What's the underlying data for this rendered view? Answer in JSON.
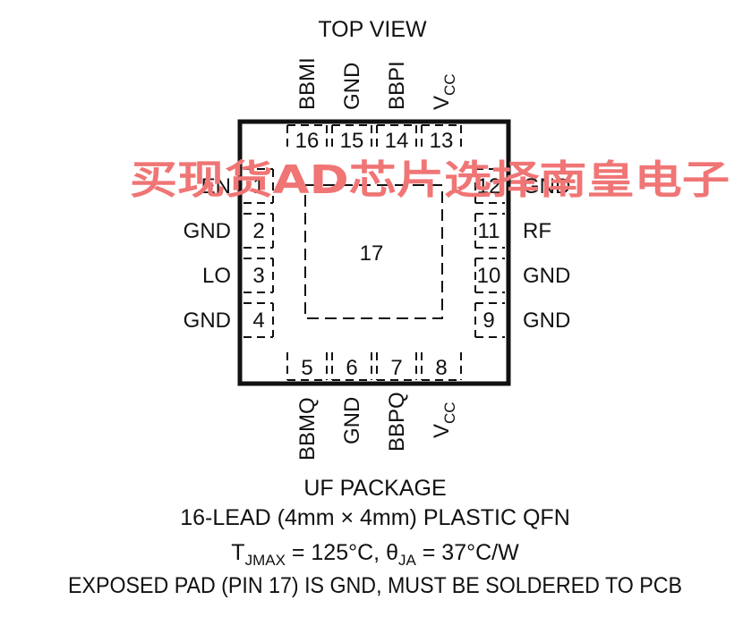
{
  "diagram": {
    "top_view_label": "TOP VIEW",
    "exposed_pad_number": "17",
    "pins_top": [
      {
        "number": "16",
        "name": "BBMI"
      },
      {
        "number": "15",
        "name": "GND"
      },
      {
        "number": "14",
        "name": "BBPI"
      },
      {
        "number": "13",
        "name": "V",
        "sub": "CC"
      }
    ],
    "pins_left": [
      {
        "number": "1",
        "name": "EN"
      },
      {
        "number": "2",
        "name": "GND"
      },
      {
        "number": "3",
        "name": "LO"
      },
      {
        "number": "4",
        "name": "GND"
      }
    ],
    "pins_right": [
      {
        "number": "12",
        "name": "GND"
      },
      {
        "number": "11",
        "name": "RF"
      },
      {
        "number": "10",
        "name": "GND"
      },
      {
        "number": "9",
        "name": "GND"
      }
    ],
    "pins_bottom": [
      {
        "number": "5",
        "name": "BBMQ"
      },
      {
        "number": "6",
        "name": "GND"
      },
      {
        "number": "7",
        "name": "BBPQ"
      },
      {
        "number": "8",
        "name": "V",
        "sub": "CC"
      }
    ],
    "package_name": "UF PACKAGE",
    "package_desc": "16-LEAD (4mm × 4mm) PLASTIC QFN",
    "thermal": {
      "t": "T",
      "t_sub": "JMAX",
      "t_val": " = 125°C, ",
      "theta": "θ",
      "theta_sub": "JA",
      "theta_val": " = 37°C/W"
    },
    "exposed_pad_note": "EXPOSED PAD (PIN 17) IS GND, MUST BE SOLDERED TO PCB",
    "watermark": "买现货AD芯片选择南皇电子"
  }
}
